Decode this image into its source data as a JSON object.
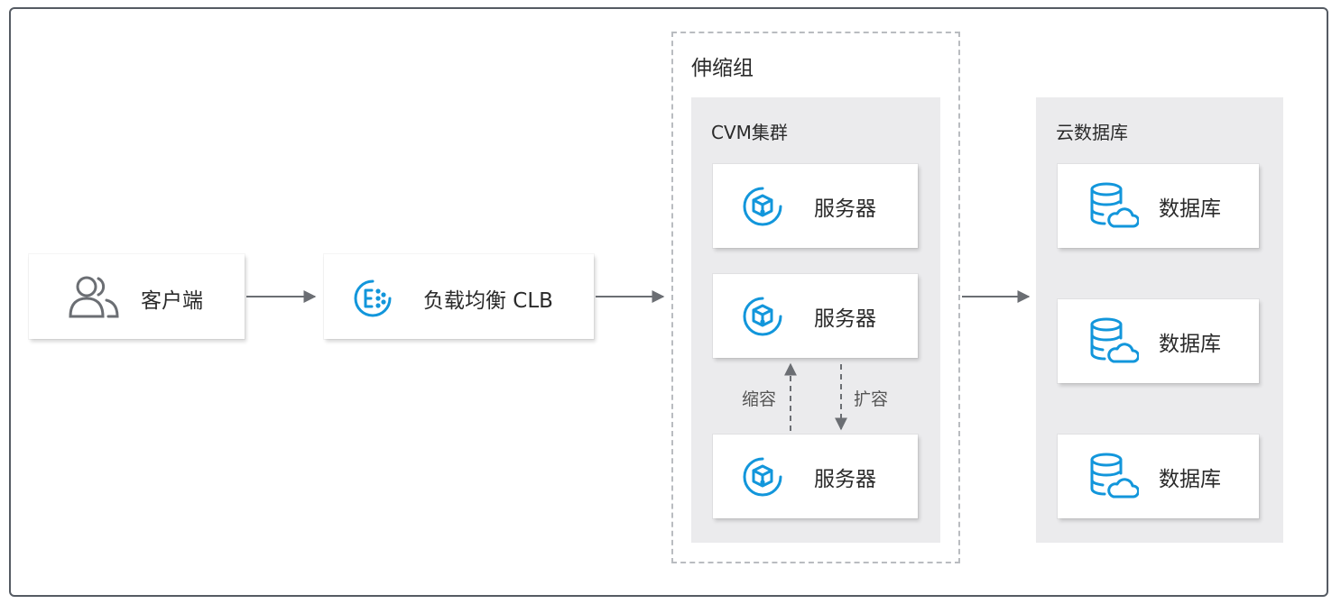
{
  "client": {
    "label": "客户端",
    "icon": "users-icon"
  },
  "clb": {
    "label": "负载均衡 CLB",
    "icon": "clb-icon"
  },
  "scaling_group": {
    "label": "伸缩组",
    "cluster": {
      "label": "CVM集群",
      "servers": [
        {
          "label": "服务器"
        },
        {
          "label": "服务器"
        },
        {
          "label": "服务器"
        }
      ]
    },
    "scale_in_label": "缩容",
    "scale_out_label": "扩容"
  },
  "cloud_db": {
    "label": "云数据库",
    "databases": [
      {
        "label": "数据库"
      },
      {
        "label": "数据库"
      },
      {
        "label": "数据库"
      }
    ]
  },
  "colors": {
    "accent": "#1296db",
    "line": "#6b6e73",
    "icon_grey": "#6b6e73",
    "panel": "#ebebed"
  }
}
